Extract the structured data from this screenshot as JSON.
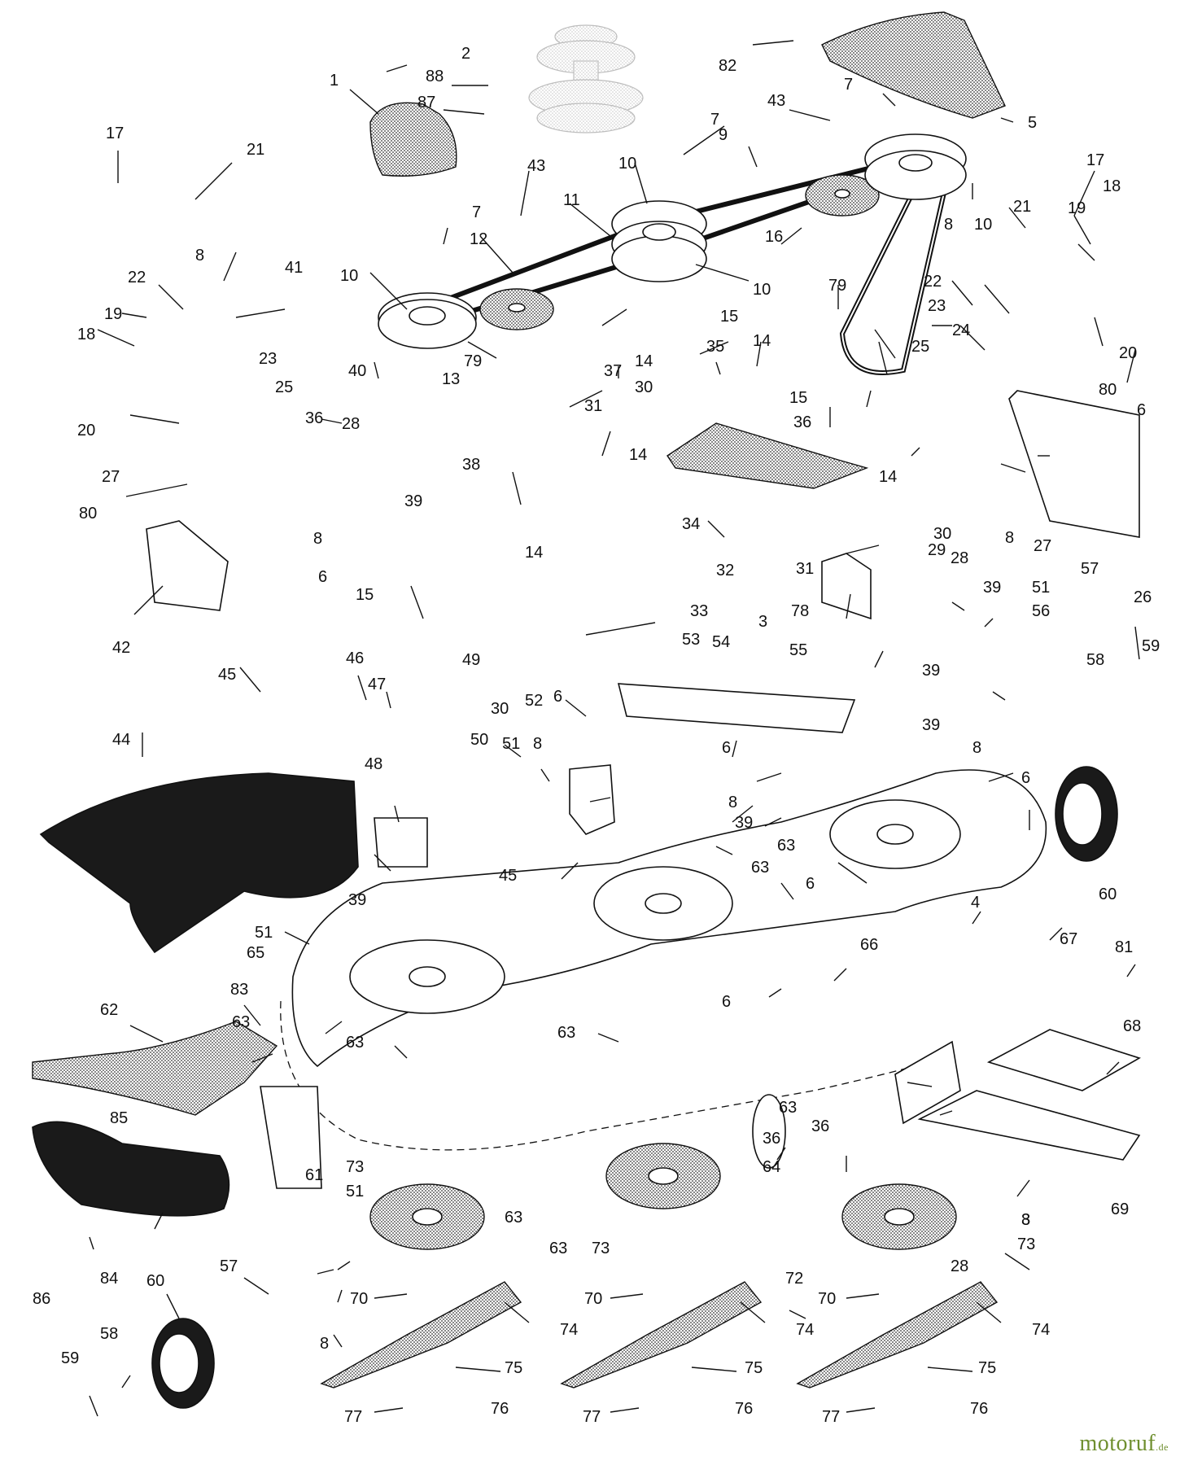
{
  "callouts": [
    {
      "id": "c1",
      "label": "1"
    },
    {
      "id": "c2",
      "label": "2"
    },
    {
      "id": "c88",
      "label": "88"
    },
    {
      "id": "c87",
      "label": "87"
    },
    {
      "id": "c82",
      "label": "82"
    },
    {
      "id": "c5",
      "label": "5"
    },
    {
      "id": "c43a",
      "label": "43"
    },
    {
      "id": "c7a",
      "label": "7"
    },
    {
      "id": "c7b",
      "label": "7"
    },
    {
      "id": "c9",
      "label": "9"
    },
    {
      "id": "c17a",
      "label": "17"
    },
    {
      "id": "c21a",
      "label": "21"
    },
    {
      "id": "c43b",
      "label": "43"
    },
    {
      "id": "c10a",
      "label": "10"
    },
    {
      "id": "c10b",
      "label": "10"
    },
    {
      "id": "c17b",
      "label": "17"
    },
    {
      "id": "c18a",
      "label": "18"
    },
    {
      "id": "c11",
      "label": "11"
    },
    {
      "id": "c7c",
      "label": "7"
    },
    {
      "id": "c12",
      "label": "12"
    },
    {
      "id": "c16",
      "label": "16"
    },
    {
      "id": "c21b",
      "label": "21"
    },
    {
      "id": "c19a",
      "label": "19"
    },
    {
      "id": "c8a",
      "label": "8"
    },
    {
      "id": "c10c",
      "label": "10"
    },
    {
      "id": "c10d",
      "label": "10"
    },
    {
      "id": "c8b",
      "label": "8"
    },
    {
      "id": "c41",
      "label": "41"
    },
    {
      "id": "c22a",
      "label": "22"
    },
    {
      "id": "c79a",
      "label": "79"
    },
    {
      "id": "c22b",
      "label": "22"
    },
    {
      "id": "c20a",
      "label": "20"
    },
    {
      "id": "c19b",
      "label": "19"
    },
    {
      "id": "c15a",
      "label": "15"
    },
    {
      "id": "c23a",
      "label": "23"
    },
    {
      "id": "c24",
      "label": "24"
    },
    {
      "id": "c18b",
      "label": "18"
    },
    {
      "id": "c14a",
      "label": "14"
    },
    {
      "id": "c35",
      "label": "35"
    },
    {
      "id": "c14b",
      "label": "14"
    },
    {
      "id": "c25a",
      "label": "25"
    },
    {
      "id": "c20b",
      "label": "20"
    },
    {
      "id": "c79b",
      "label": "79"
    },
    {
      "id": "c80a",
      "label": "80"
    },
    {
      "id": "c23b",
      "label": "23"
    },
    {
      "id": "c40",
      "label": "40"
    },
    {
      "id": "c13",
      "label": "13"
    },
    {
      "id": "c37",
      "label": "37"
    },
    {
      "id": "c15b",
      "label": "15"
    },
    {
      "id": "c6a",
      "label": "6"
    },
    {
      "id": "c25b",
      "label": "25"
    },
    {
      "id": "c36a",
      "label": "36"
    },
    {
      "id": "c30a",
      "label": "30"
    },
    {
      "id": "c36b",
      "label": "36"
    },
    {
      "id": "c28a",
      "label": "28"
    },
    {
      "id": "c31a",
      "label": "31"
    },
    {
      "id": "c14c",
      "label": "14"
    },
    {
      "id": "c14d",
      "label": "14"
    },
    {
      "id": "c27a",
      "label": "27"
    },
    {
      "id": "c38",
      "label": "38"
    },
    {
      "id": "c27b",
      "label": "27"
    },
    {
      "id": "c80b",
      "label": "80"
    },
    {
      "id": "c39a",
      "label": "39"
    },
    {
      "id": "c34",
      "label": "34"
    },
    {
      "id": "c32",
      "label": "32"
    },
    {
      "id": "c30b",
      "label": "30"
    },
    {
      "id": "c8c",
      "label": "8"
    },
    {
      "id": "c8d",
      "label": "8"
    },
    {
      "id": "c31b",
      "label": "31"
    },
    {
      "id": "c28b",
      "label": "28"
    },
    {
      "id": "c29",
      "label": "29"
    },
    {
      "id": "c6b",
      "label": "6"
    },
    {
      "id": "c14e",
      "label": "14"
    },
    {
      "id": "c39b",
      "label": "39"
    },
    {
      "id": "c51a",
      "label": "51"
    },
    {
      "id": "c57a",
      "label": "57"
    },
    {
      "id": "c26",
      "label": "26"
    },
    {
      "id": "c42",
      "label": "42"
    },
    {
      "id": "c15c",
      "label": "15"
    },
    {
      "id": "c33",
      "label": "33"
    },
    {
      "id": "c53",
      "label": "53"
    },
    {
      "id": "c3a",
      "label": "3"
    },
    {
      "id": "c78",
      "label": "78"
    },
    {
      "id": "c56",
      "label": "56"
    },
    {
      "id": "c59a",
      "label": "59"
    },
    {
      "id": "c49",
      "label": "49"
    },
    {
      "id": "c54",
      "label": "54"
    },
    {
      "id": "c55",
      "label": "55"
    },
    {
      "id": "c39c",
      "label": "39"
    },
    {
      "id": "c58a",
      "label": "58"
    },
    {
      "id": "c45a",
      "label": "45"
    },
    {
      "id": "c46",
      "label": "46"
    },
    {
      "id": "c47",
      "label": "47"
    },
    {
      "id": "c6c",
      "label": "6"
    },
    {
      "id": "c30c",
      "label": "30"
    },
    {
      "id": "c52",
      "label": "52"
    },
    {
      "id": "c39d",
      "label": "39"
    },
    {
      "id": "c8e",
      "label": "8"
    },
    {
      "id": "c44",
      "label": "44"
    },
    {
      "id": "c50",
      "label": "50"
    },
    {
      "id": "c51b",
      "label": "51"
    },
    {
      "id": "c8f",
      "label": "8"
    },
    {
      "id": "c6d",
      "label": "6"
    },
    {
      "id": "c6e",
      "label": "6"
    },
    {
      "id": "c48",
      "label": "48"
    },
    {
      "id": "c8g",
      "label": "8"
    },
    {
      "id": "c39e",
      "label": "39"
    },
    {
      "id": "c63a",
      "label": "63"
    },
    {
      "id": "c45b",
      "label": "45"
    },
    {
      "id": "c63b",
      "label": "63"
    },
    {
      "id": "c6f",
      "label": "6"
    },
    {
      "id": "c60a",
      "label": "60"
    },
    {
      "id": "c39f",
      "label": "39"
    },
    {
      "id": "c4",
      "label": "4"
    },
    {
      "id": "c51c",
      "label": "51"
    },
    {
      "id": "c65",
      "label": "65"
    },
    {
      "id": "c66",
      "label": "66"
    },
    {
      "id": "c67",
      "label": "67"
    },
    {
      "id": "c81",
      "label": "81"
    },
    {
      "id": "c83",
      "label": "83"
    },
    {
      "id": "c62",
      "label": "62"
    },
    {
      "id": "c6g",
      "label": "6"
    },
    {
      "id": "c63c",
      "label": "63"
    },
    {
      "id": "c63d",
      "label": "63"
    },
    {
      "id": "c63e",
      "label": "63"
    },
    {
      "id": "c68",
      "label": "68"
    },
    {
      "id": "c63f",
      "label": "63"
    },
    {
      "id": "c85",
      "label": "85"
    },
    {
      "id": "c36c",
      "label": "36"
    },
    {
      "id": "c36d",
      "label": "36"
    },
    {
      "id": "c64",
      "label": "64"
    },
    {
      "id": "c73a",
      "label": "73"
    },
    {
      "id": "c61",
      "label": "61"
    },
    {
      "id": "c51d",
      "label": "51"
    },
    {
      "id": "c8h",
      "label": "8"
    },
    {
      "id": "c3b",
      "label": "3"
    },
    {
      "id": "c69",
      "label": "69"
    },
    {
      "id": "c63g",
      "label": "63"
    },
    {
      "id": "c63h",
      "label": "63"
    },
    {
      "id": "c73b",
      "label": "73"
    },
    {
      "id": "c73c",
      "label": "73"
    },
    {
      "id": "c28c",
      "label": "28"
    },
    {
      "id": "c84",
      "label": "84"
    },
    {
      "id": "c86",
      "label": "86"
    },
    {
      "id": "c57b",
      "label": "57"
    },
    {
      "id": "c72",
      "label": "72"
    },
    {
      "id": "c60b",
      "label": "60"
    },
    {
      "id": "c70a",
      "label": "70"
    },
    {
      "id": "c70b",
      "label": "70"
    },
    {
      "id": "c70c",
      "label": "70"
    },
    {
      "id": "c8i",
      "label": "8"
    },
    {
      "id": "c74a",
      "label": "74"
    },
    {
      "id": "c74b",
      "label": "74"
    },
    {
      "id": "c74c",
      "label": "74"
    },
    {
      "id": "c58b",
      "label": "58"
    },
    {
      "id": "c59b",
      "label": "59"
    },
    {
      "id": "c75a",
      "label": "75"
    },
    {
      "id": "c75b",
      "label": "75"
    },
    {
      "id": "c75c",
      "label": "75"
    },
    {
      "id": "c77a",
      "label": "77"
    },
    {
      "id": "c76a",
      "label": "76"
    },
    {
      "id": "c77b",
      "label": "77"
    },
    {
      "id": "c76b",
      "label": "76"
    },
    {
      "id": "c77c",
      "label": "77"
    },
    {
      "id": "c76c",
      "label": "76"
    }
  ],
  "watermark": {
    "name": "motoruf",
    "tld": ".de"
  },
  "colors": {
    "ink": "#111111",
    "watermark": "#6f8f2f",
    "watermark_dot": "#c0392b"
  }
}
